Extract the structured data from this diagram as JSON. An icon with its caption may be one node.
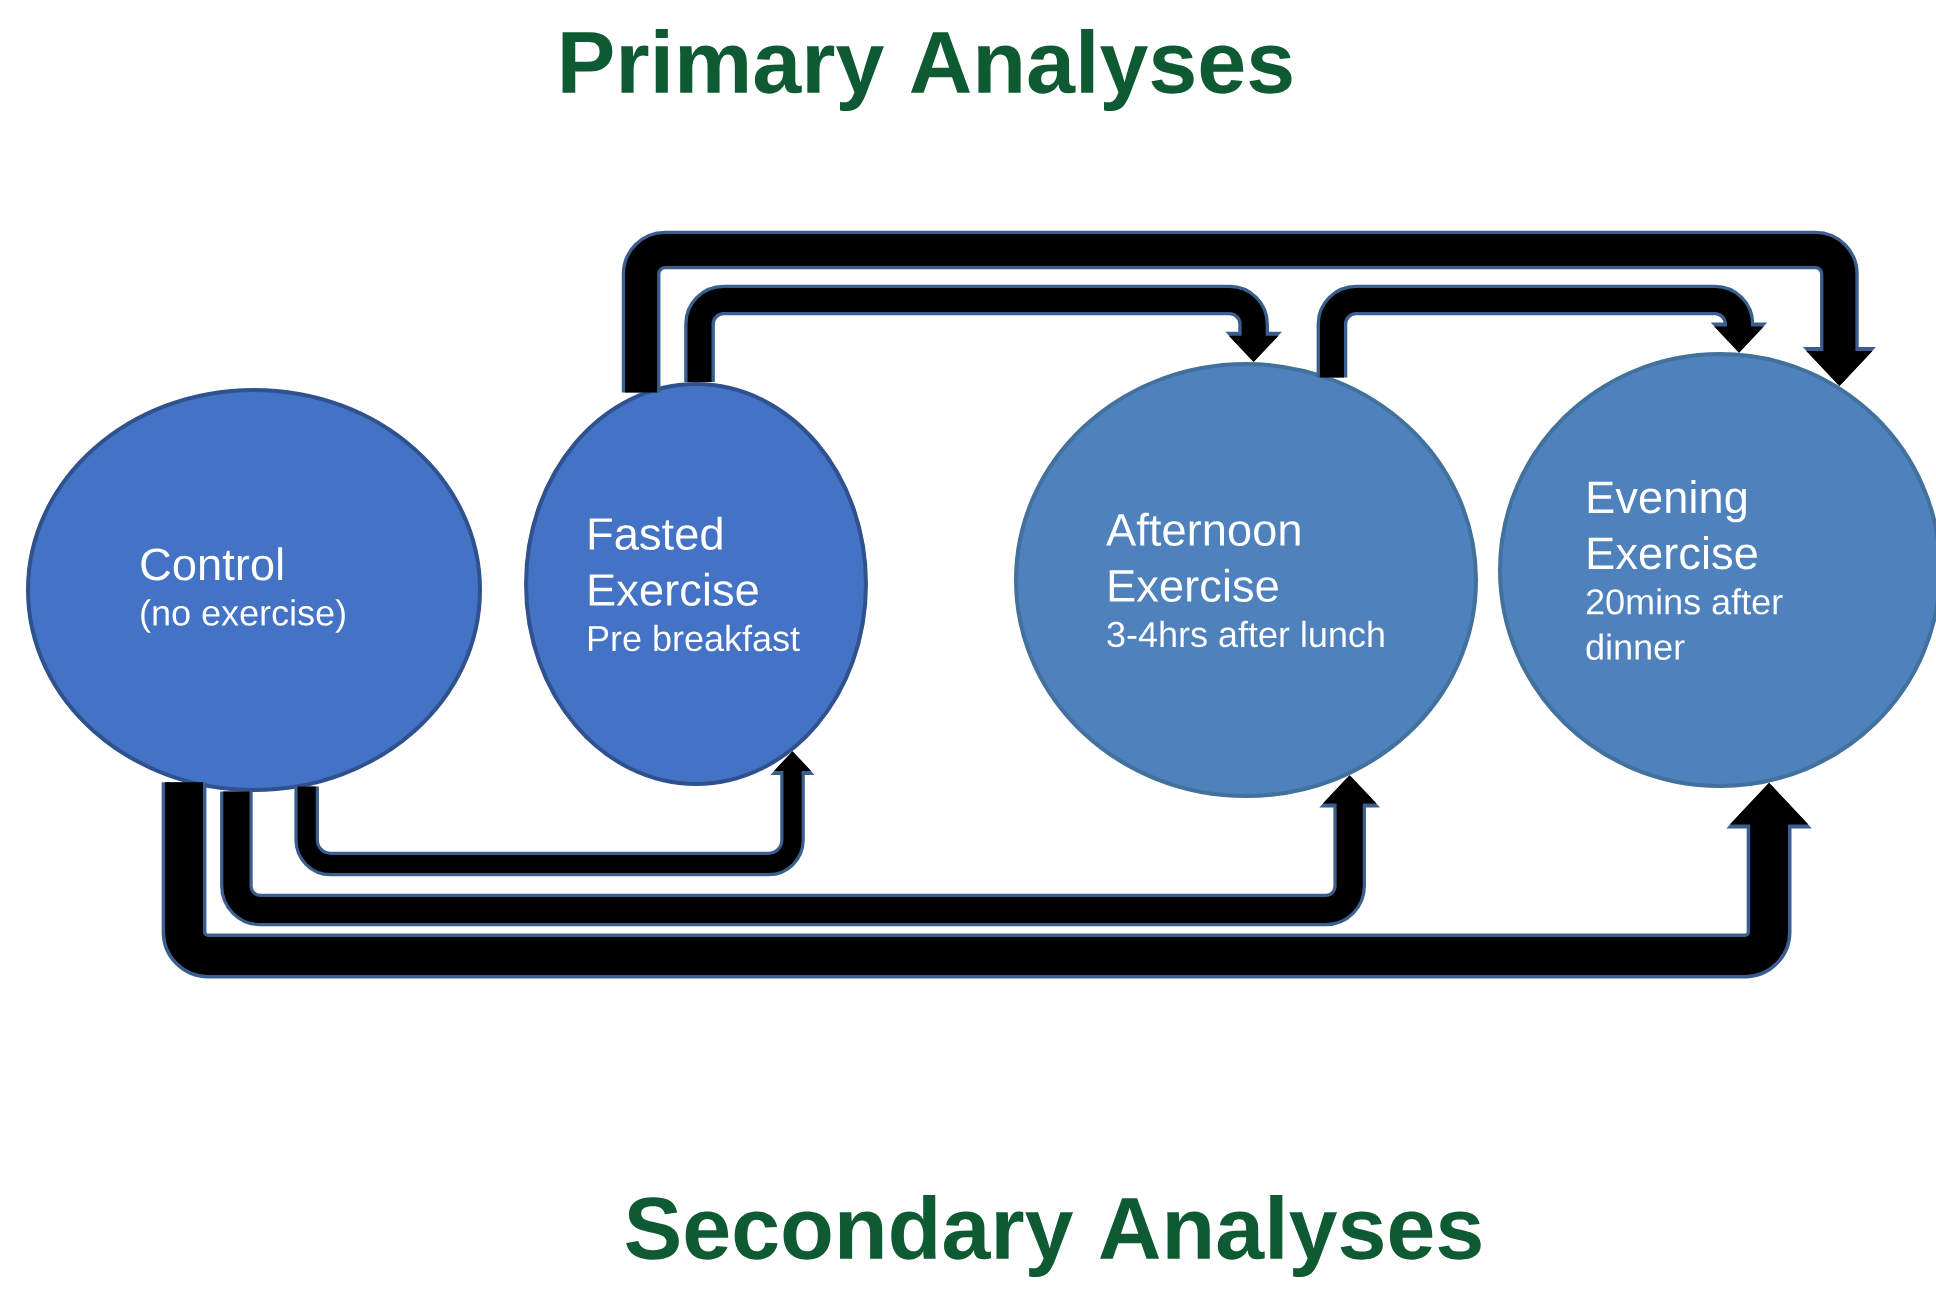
{
  "diagram": {
    "title": "Primary Analyses",
    "nodes": [
      {
        "text": [
          "Control",
          "(no exercise)"
        ]
      },
      {
        "text": [
          "Fasted Exercise",
          "Pre breakfast"
        ]
      },
      {
        "text": [
          "Afternoon Exercise",
          "3-4hrs after lunch"
        ]
      },
      {
        "text": [
          "Evening Exercise",
          "20mins after dinner"
        ]
      }
    ],
    "edges": [
      {
        "from": 1,
        "to": 3,
        "arrow": "to"
      },
      {
        "from": 1,
        "to": 2,
        "arrow": "to"
      },
      {
        "from": 2,
        "to": 3,
        "arrow": "to"
      },
      {
        "from": 0,
        "to": 1,
        "arrow": "to"
      },
      {
        "from": 0,
        "to": 2,
        "arrow": "to"
      },
      {
        "from": 0,
        "to": 3,
        "arrow": "to"
      }
    ],
    "labels": [
      "Secondary Analyses"
    ]
  }
}
